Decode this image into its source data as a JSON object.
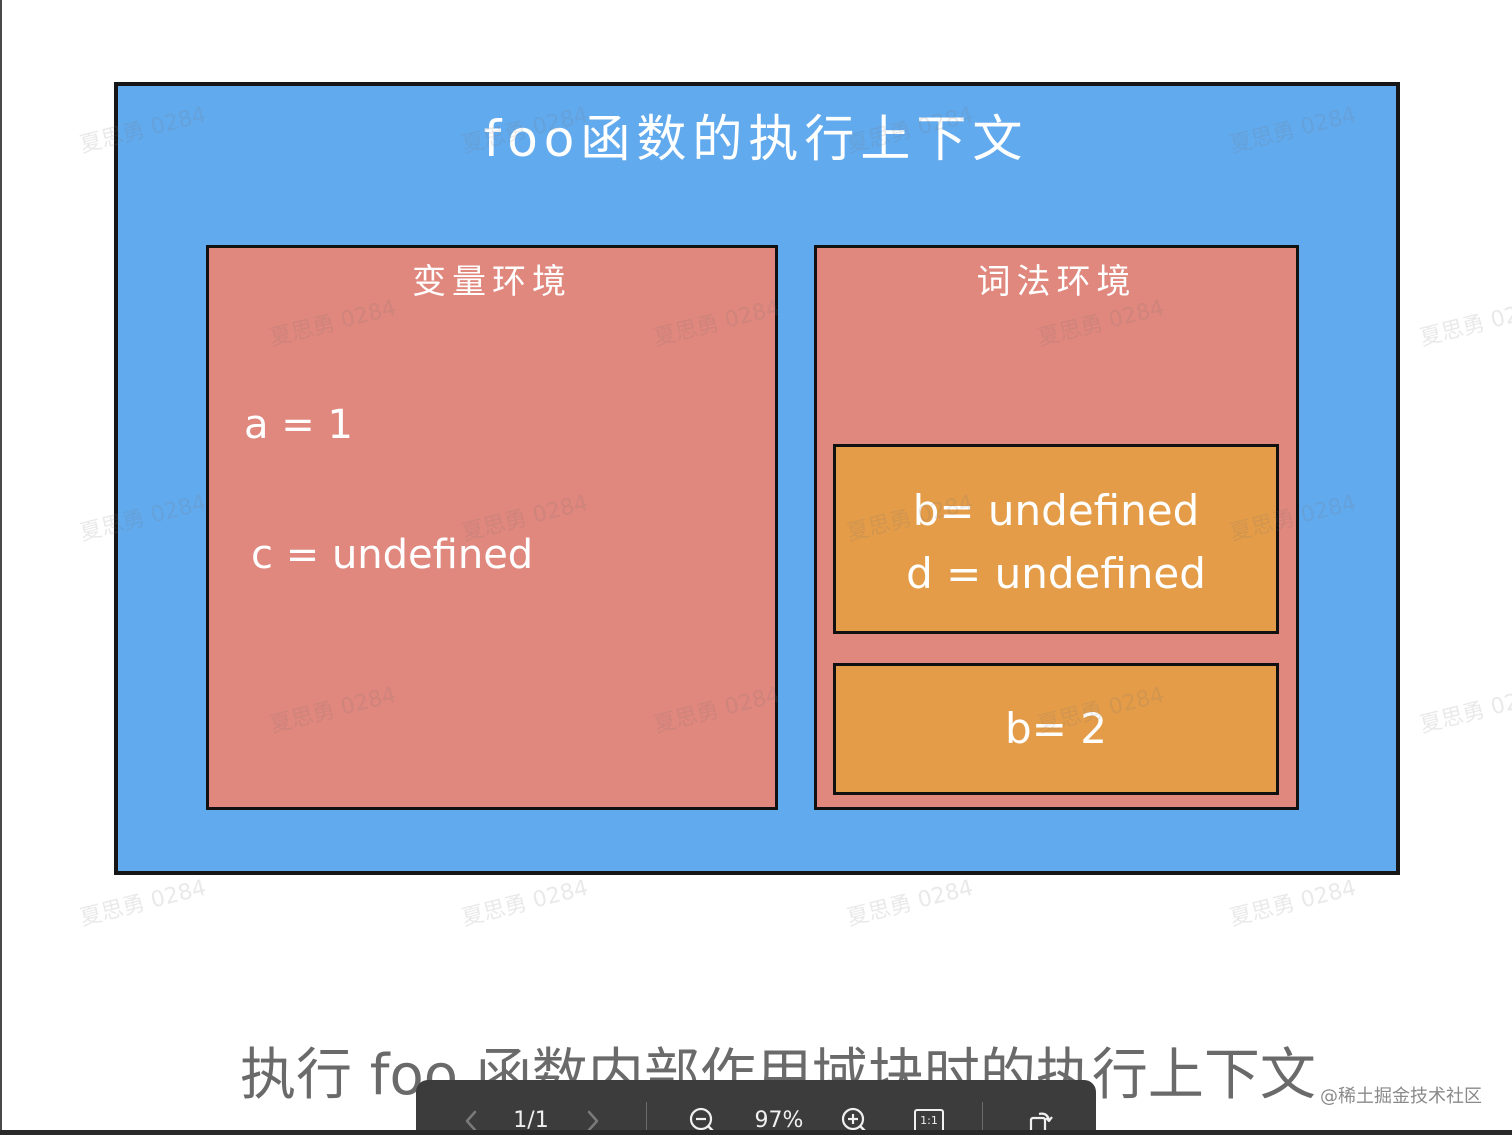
{
  "diagram": {
    "title": "foo函数的执行上下文",
    "variable_environment": {
      "title": "变量环境",
      "items": [
        "a = 1",
        "c = undefined"
      ]
    },
    "lexical_environment": {
      "title": "词法环境",
      "block_1": [
        "b= undefined",
        "d = undefined"
      ],
      "block_2": [
        "b= 2"
      ]
    },
    "watermark": "夏思勇 0284"
  },
  "caption": "执行 foo 函数内部作用域块时的执行上下文",
  "credit": "@稀土掘金技术社区",
  "viewer": {
    "page_indicator": "1/1",
    "zoom_level": "97%",
    "actual_size_label": "1:1"
  },
  "colors": {
    "context_blue": "#62aaee",
    "environment_red": "#e0877e",
    "block_orange": "#e49c48",
    "toolbar_dark": "#3c3c3c"
  }
}
